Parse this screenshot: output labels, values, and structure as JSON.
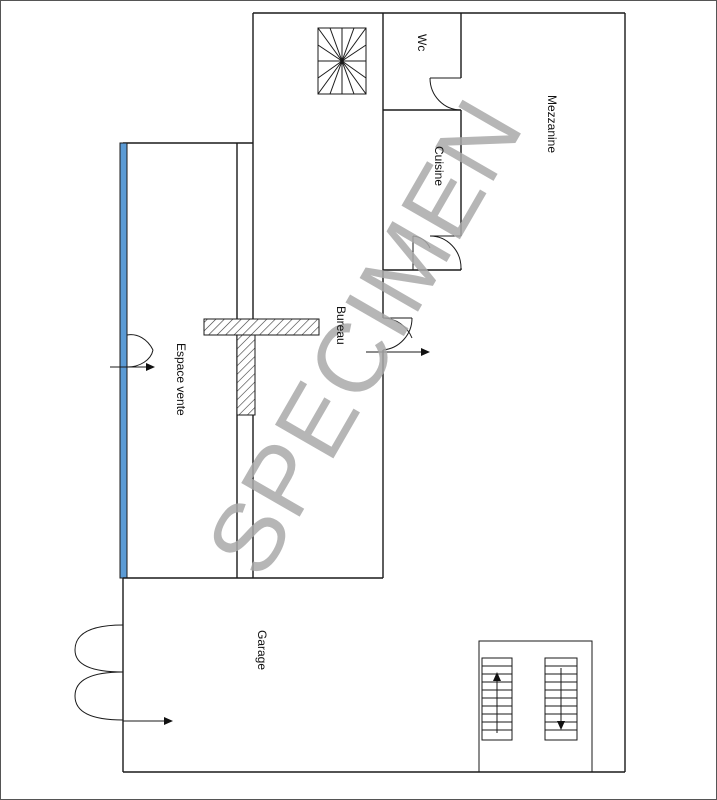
{
  "rooms": {
    "wc": "Wc",
    "cuisine": "Cuisine",
    "mezzanine": "Mezzanine",
    "bureau": "Bureau",
    "espace_vente": "Espace vente",
    "garage": "Garage"
  },
  "watermark": "SPECIMEN",
  "colors": {
    "vitrine": "#5b9bd5",
    "hatch": "#333333",
    "watermark": "#aaaaaa"
  }
}
